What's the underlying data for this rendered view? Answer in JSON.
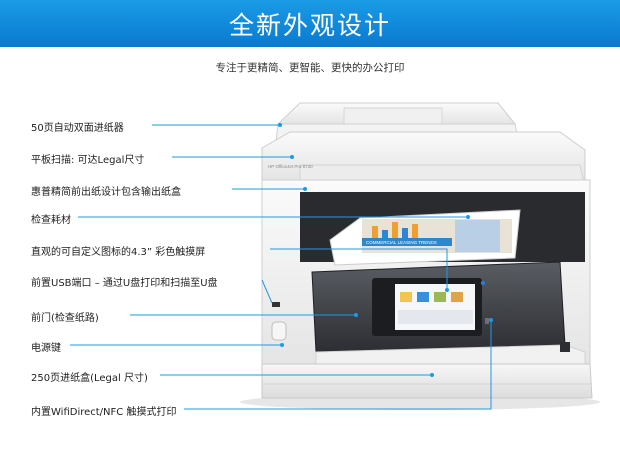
{
  "banner": {
    "title": "全新外观设计"
  },
  "subtitle": "专注于更精简、更智能、更快的办公打印",
  "printer": {
    "model_label": "HP OfficeJet Pro 8730",
    "screen_banner": "COMMERCIAL LEASING TRENDS"
  },
  "callouts": [
    "50页自动双面进纸器",
    "平板扫描: 可达Legal尺寸",
    "惠普精简前出纸设计包含输出纸盒",
    "检查耗材",
    "直观的可自定义图标的4.3”  彩色触摸屏",
    "前置USB端口 – 通过U盘打印和扫描至U盘",
    "前门(检查纸路)",
    "电源键",
    "250页进纸盒(Legal 尺寸)",
    "内置WifiDirect/NFC 触摸式打印"
  ],
  "colors": {
    "accent": "#1a9be6",
    "line": "#1a9be6"
  }
}
